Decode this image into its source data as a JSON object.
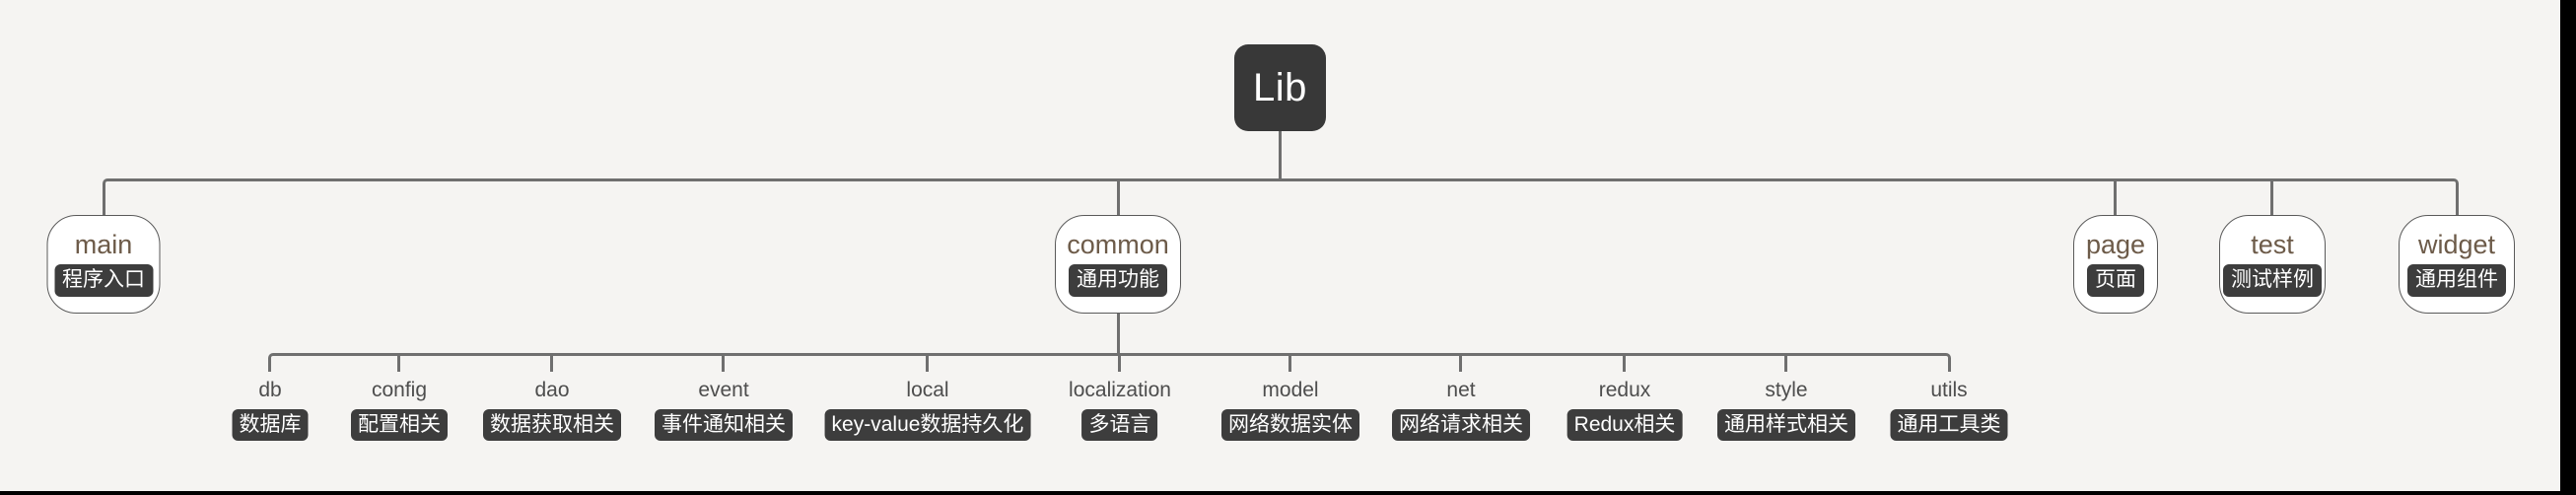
{
  "diagram": {
    "root": {
      "label": "Lib"
    },
    "level1_nodes": [
      {
        "label": "main",
        "badge": "程序入口"
      },
      {
        "label": "common",
        "badge": "通用功能"
      },
      {
        "label": "page",
        "badge": "页面"
      },
      {
        "label": "test",
        "badge": "测试样例"
      },
      {
        "label": "widget",
        "badge": "通用组件"
      }
    ],
    "level2_nodes": [
      {
        "label": "db",
        "badge": "数据库"
      },
      {
        "label": "config",
        "badge": "配置相关"
      },
      {
        "label": "dao",
        "badge": "数据获取相关"
      },
      {
        "label": "event",
        "badge": "事件通知相关"
      },
      {
        "label": "local",
        "badge": "key-value数据持久化"
      },
      {
        "label": "localization",
        "badge": "多语言"
      },
      {
        "label": "model",
        "badge": "网络数据实体"
      },
      {
        "label": "net",
        "badge": "网络请求相关"
      },
      {
        "label": "redux",
        "badge": "Redux相关"
      },
      {
        "label": "style",
        "badge": "通用样式相关"
      },
      {
        "label": "utils",
        "badge": "通用工具类"
      }
    ],
    "colors": {
      "background": "#f5f4f2",
      "frame": "#000000",
      "connector": "#6f6f6f",
      "node_fill": "#ffffff",
      "node_border": "#5a5a5a",
      "node_label": "#6d5b49",
      "root_fill": "#383838",
      "root_text": "#ffffff",
      "badge_fill": "#3d3d3d",
      "badge_text": "#ffffff",
      "child_label": "#4d4d4d"
    }
  }
}
